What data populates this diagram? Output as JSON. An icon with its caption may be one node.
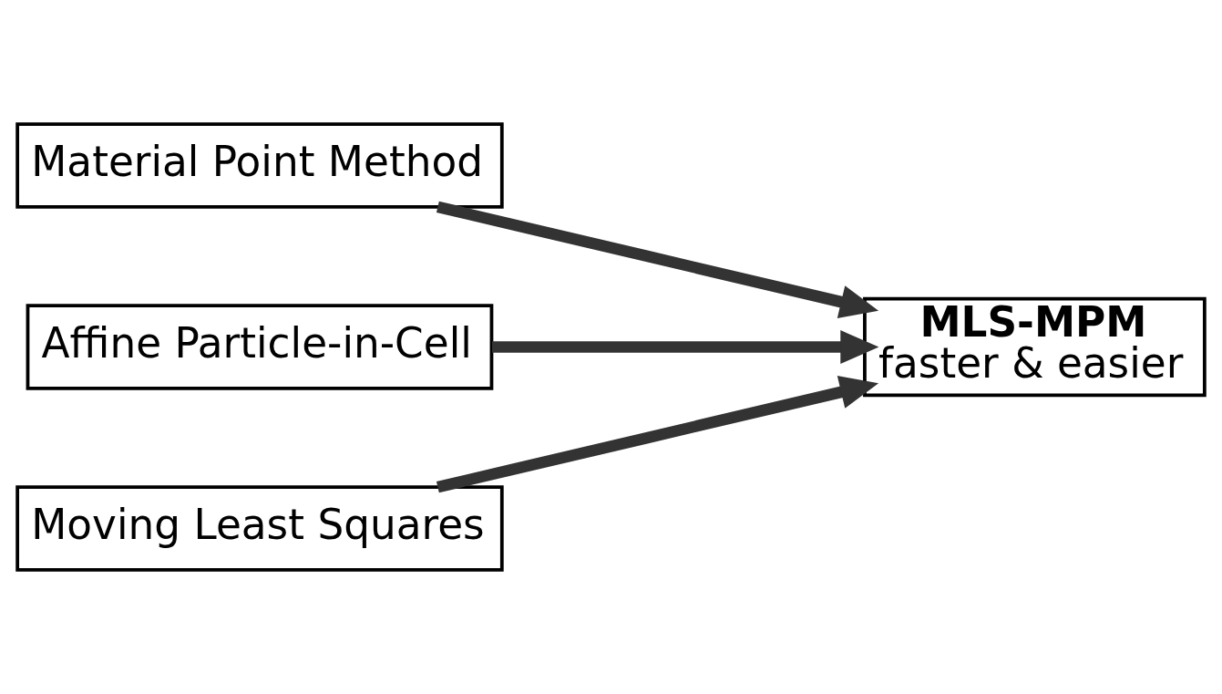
{
  "diagram": {
    "nodes": [
      {
        "text": [
          "Material Point Method"
        ]
      },
      {
        "text": [
          "Affine Particle-in-Cell"
        ]
      },
      {
        "text": [
          "Moving Least Squares"
        ]
      },
      {
        "text": [
          "MLS-MPM",
          "faster & easier"
        ]
      }
    ],
    "edges": [
      {
        "from": 0,
        "to": 3,
        "arrow": "to"
      },
      {
        "from": 1,
        "to": 3,
        "arrow": "to"
      },
      {
        "from": 2,
        "to": 3,
        "arrow": "to"
      }
    ]
  }
}
